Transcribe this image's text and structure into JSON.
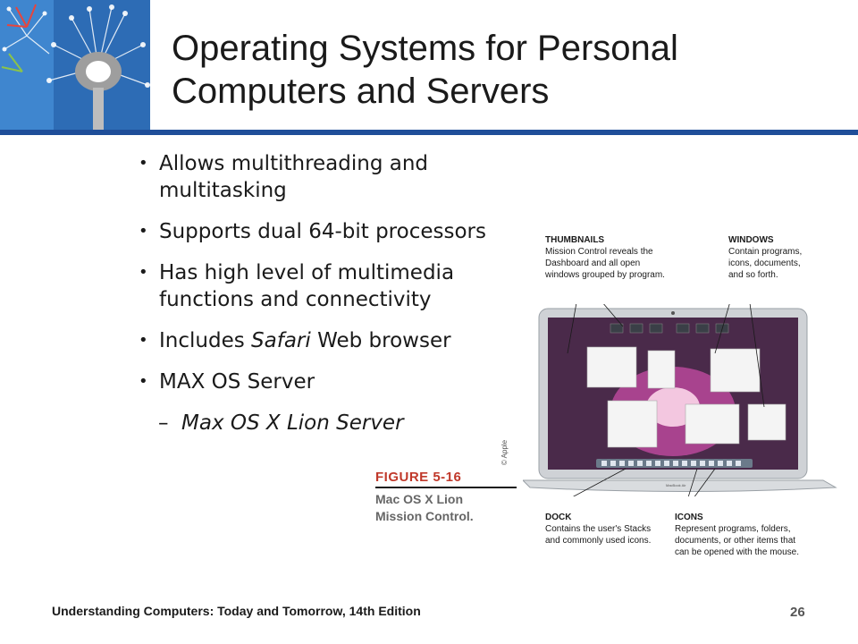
{
  "slide": {
    "title_line1": "Operating Systems for Personal",
    "title_line2": "Computers and Servers",
    "bullets": [
      "Allows multithreading and multitasking",
      "Supports dual 64-bit processors",
      "Has high level of multimedia functions and connectivity",
      "Includes ",
      "MAX OS Server"
    ],
    "bullet_4_italic": "Safari",
    "bullet_4_tail": " Web browser",
    "sub_bullet": "Max OS X Lion Server",
    "bullet_char": "•",
    "dash_char": "–"
  },
  "figure": {
    "number": "FIGURE 5-16",
    "caption_line1": "Mac OS X Lion",
    "caption_line2": "Mission Control.",
    "credit": "© Apple",
    "callouts": {
      "thumbnails_head": "THUMBNAILS",
      "thumbnails_l1": "Mission Control reveals the",
      "thumbnails_l2": "Dashboard and all open",
      "thumbnails_l3": "windows grouped by program.",
      "windows_head": "WINDOWS",
      "windows_l1": "Contain programs,",
      "windows_l2": "icons, documents,",
      "windows_l3": "and so forth.",
      "dock_head": "DOCK",
      "dock_l1": "Contains the user's Stacks",
      "dock_l2": "and commonly used icons.",
      "icons_head": "ICONS",
      "icons_l1": "Represent programs, folders,",
      "icons_l2": "documents, or other items that",
      "icons_l3": "can be opened with the mouse."
    },
    "laptop_label": "MacBook Air"
  },
  "footer": {
    "text": "Understanding Computers: Today and Tomorrow, 14th Edition",
    "page": "26"
  },
  "colors": {
    "accent_blue": "#1f4e99",
    "figure_red": "#c0392b"
  }
}
